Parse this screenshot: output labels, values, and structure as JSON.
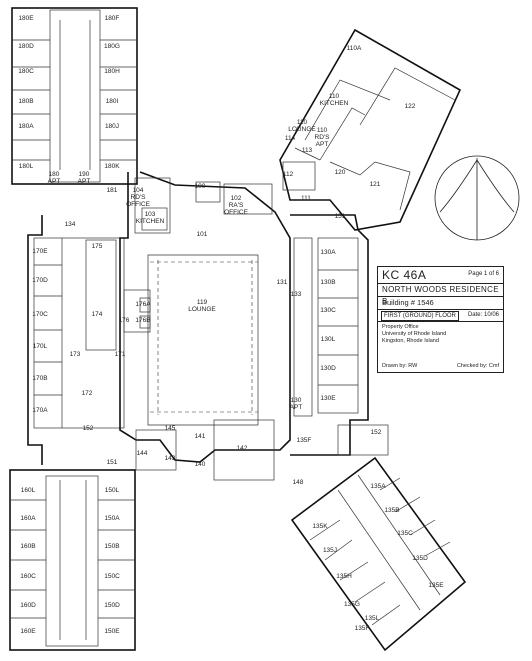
{
  "title_block": {
    "code": "KC 46A",
    "page": "Page 1 of 6",
    "building_name": "NORTH WOODS RESIDENCE B",
    "building_number": "Building # 1546",
    "floor": "FIRST (GROUND) FLOOR",
    "date": "Date: 10/06",
    "office_lines": [
      "Property Office",
      "University of Rhode Island",
      "Kingston, Rhode Island"
    ],
    "drawn_by": "Drawn by: RW",
    "checked_by": "Checked by: Cmf"
  },
  "rooms": [
    {
      "id": "180E",
      "label": "180E"
    },
    {
      "id": "180F",
      "label": "180F"
    },
    {
      "id": "180D",
      "label": "180D"
    },
    {
      "id": "180G",
      "label": "180G"
    },
    {
      "id": "180C",
      "label": "180C"
    },
    {
      "id": "180H",
      "label": "180H"
    },
    {
      "id": "180B",
      "label": "180B"
    },
    {
      "id": "180I",
      "label": "180I"
    },
    {
      "id": "180A",
      "label": "180A"
    },
    {
      "id": "180J",
      "label": "180J"
    },
    {
      "id": "180L",
      "label": "180L"
    },
    {
      "id": "180K",
      "label": "180K"
    },
    {
      "id": "180",
      "label": "180 APT"
    },
    {
      "id": "190",
      "label": "190 APT"
    },
    {
      "id": "181",
      "label": "181"
    },
    {
      "id": "134",
      "label": "134"
    },
    {
      "id": "104",
      "label": "104 RD'S OFFICE"
    },
    {
      "id": "103",
      "label": "103 KITCHEN"
    },
    {
      "id": "100",
      "label": "100"
    },
    {
      "id": "102",
      "label": "102 RA'S OFFICE"
    },
    {
      "id": "101",
      "label": "101"
    },
    {
      "id": "170E",
      "label": "170E"
    },
    {
      "id": "170D",
      "label": "170D"
    },
    {
      "id": "170C",
      "label": "170C"
    },
    {
      "id": "170L",
      "label": "170L"
    },
    {
      "id": "170B",
      "label": "170B"
    },
    {
      "id": "170A",
      "label": "170A"
    },
    {
      "id": "175",
      "label": "175"
    },
    {
      "id": "174",
      "label": "174"
    },
    {
      "id": "173",
      "label": "173"
    },
    {
      "id": "172",
      "label": "172"
    },
    {
      "id": "171",
      "label": "171"
    },
    {
      "id": "176A",
      "label": "176A"
    },
    {
      "id": "176",
      "label": "176"
    },
    {
      "id": "176B",
      "label": "176B"
    },
    {
      "id": "119",
      "label": "119 LOUNGE"
    },
    {
      "id": "131",
      "label": "131"
    },
    {
      "id": "141",
      "label": "141"
    },
    {
      "id": "130A",
      "label": "130A"
    },
    {
      "id": "130B",
      "label": "130B"
    },
    {
      "id": "130C",
      "label": "130C"
    },
    {
      "id": "130L",
      "label": "130L"
    },
    {
      "id": "130D",
      "label": "130D"
    },
    {
      "id": "130E",
      "label": "130E"
    },
    {
      "id": "133",
      "label": "133"
    },
    {
      "id": "130",
      "label": "130 APT"
    },
    {
      "id": "110A",
      "label": "110A"
    },
    {
      "id": "110K",
      "label": "110 KITCHEN"
    },
    {
      "id": "110L",
      "label": "110 LOUNGE"
    },
    {
      "id": "110R",
      "label": "110 RD'S APT"
    },
    {
      "id": "122",
      "label": "122"
    },
    {
      "id": "114",
      "label": "114"
    },
    {
      "id": "113",
      "label": "113"
    },
    {
      "id": "112",
      "label": "112"
    },
    {
      "id": "120",
      "label": "120"
    },
    {
      "id": "121",
      "label": "121"
    },
    {
      "id": "111",
      "label": "111"
    },
    {
      "id": "151",
      "label": "151"
    },
    {
      "id": "152",
      "label": "152"
    },
    {
      "id": "151b",
      "label": "151"
    },
    {
      "id": "145",
      "label": "145"
    },
    {
      "id": "144",
      "label": "144"
    },
    {
      "id": "143",
      "label": "143"
    },
    {
      "id": "140",
      "label": "140"
    },
    {
      "id": "142",
      "label": "142"
    },
    {
      "id": "135F",
      "label": "135F"
    },
    {
      "id": "152b",
      "label": "152"
    },
    {
      "id": "148",
      "label": "148"
    },
    {
      "id": "160L",
      "label": "160L"
    },
    {
      "id": "150L",
      "label": "150L"
    },
    {
      "id": "160A",
      "label": "160A"
    },
    {
      "id": "150A",
      "label": "150A"
    },
    {
      "id": "160B",
      "label": "160B"
    },
    {
      "id": "150B",
      "label": "150B"
    },
    {
      "id": "160C",
      "label": "160C"
    },
    {
      "id": "150C",
      "label": "150C"
    },
    {
      "id": "160D",
      "label": "160D"
    },
    {
      "id": "150D",
      "label": "150D"
    },
    {
      "id": "160E",
      "label": "160E"
    },
    {
      "id": "150E",
      "label": "150E"
    },
    {
      "id": "135A",
      "label": "135A"
    },
    {
      "id": "135B",
      "label": "135B"
    },
    {
      "id": "135K",
      "label": "135K"
    },
    {
      "id": "135C",
      "label": "135C"
    },
    {
      "id": "135J",
      "label": "135J"
    },
    {
      "id": "135D",
      "label": "135D"
    },
    {
      "id": "135H",
      "label": "135H"
    },
    {
      "id": "135E",
      "label": "135E"
    },
    {
      "id": "135G",
      "label": "135G"
    },
    {
      "id": "135L",
      "label": "135L"
    },
    {
      "id": "135F2",
      "label": "135F"
    }
  ]
}
